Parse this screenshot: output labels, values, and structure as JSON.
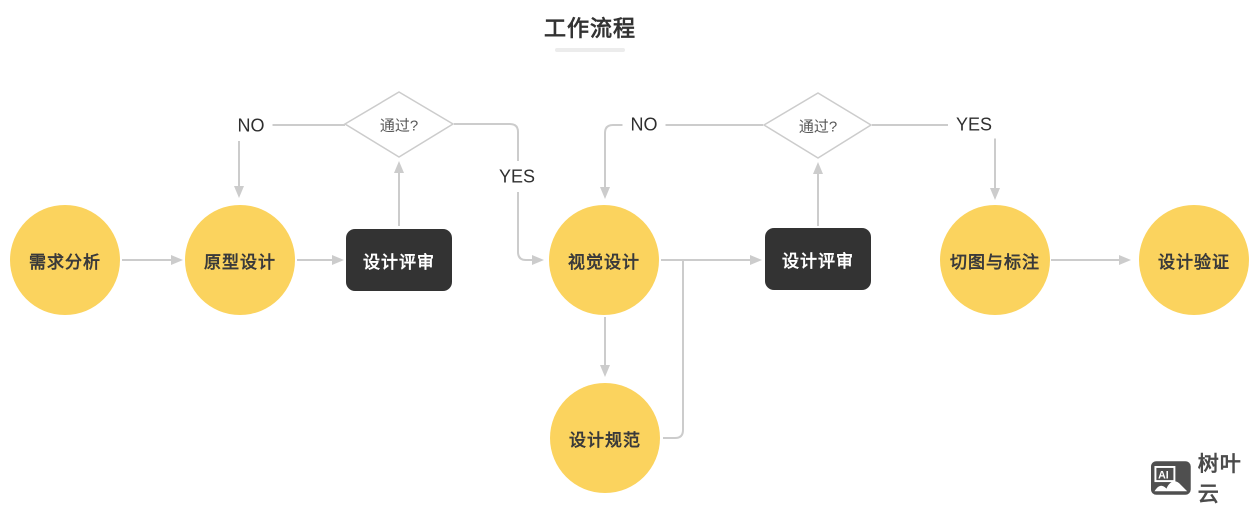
{
  "title": {
    "text": "工作流程"
  },
  "nodes": {
    "requirements": {
      "label": "需求分析",
      "type": "circle"
    },
    "prototype": {
      "label": "原型设计",
      "type": "circle"
    },
    "review1": {
      "label": "设计评审",
      "type": "box"
    },
    "decision1": {
      "label": "通过?",
      "type": "diamond"
    },
    "visual": {
      "label": "视觉设计",
      "type": "circle"
    },
    "spec": {
      "label": "设计规范",
      "type": "circle"
    },
    "review2": {
      "label": "设计评审",
      "type": "box"
    },
    "decision2": {
      "label": "通过?",
      "type": "diamond"
    },
    "slicing": {
      "label": "切图与标注",
      "type": "circle"
    },
    "verification": {
      "label": "设计验证",
      "type": "circle"
    }
  },
  "edge_labels": {
    "no1": "NO",
    "yes1": "YES",
    "no2": "NO",
    "yes2": "YES"
  },
  "watermark": {
    "icon_text": "AI",
    "brand": "树叶云"
  },
  "colors": {
    "node_yellow": "#FBD35E",
    "node_dark": "#333333",
    "wire": "#CCCCCC",
    "diamond_border": "#CCCCCC",
    "title_text": "#333333",
    "watermark_gray": "#4F4F4F"
  }
}
